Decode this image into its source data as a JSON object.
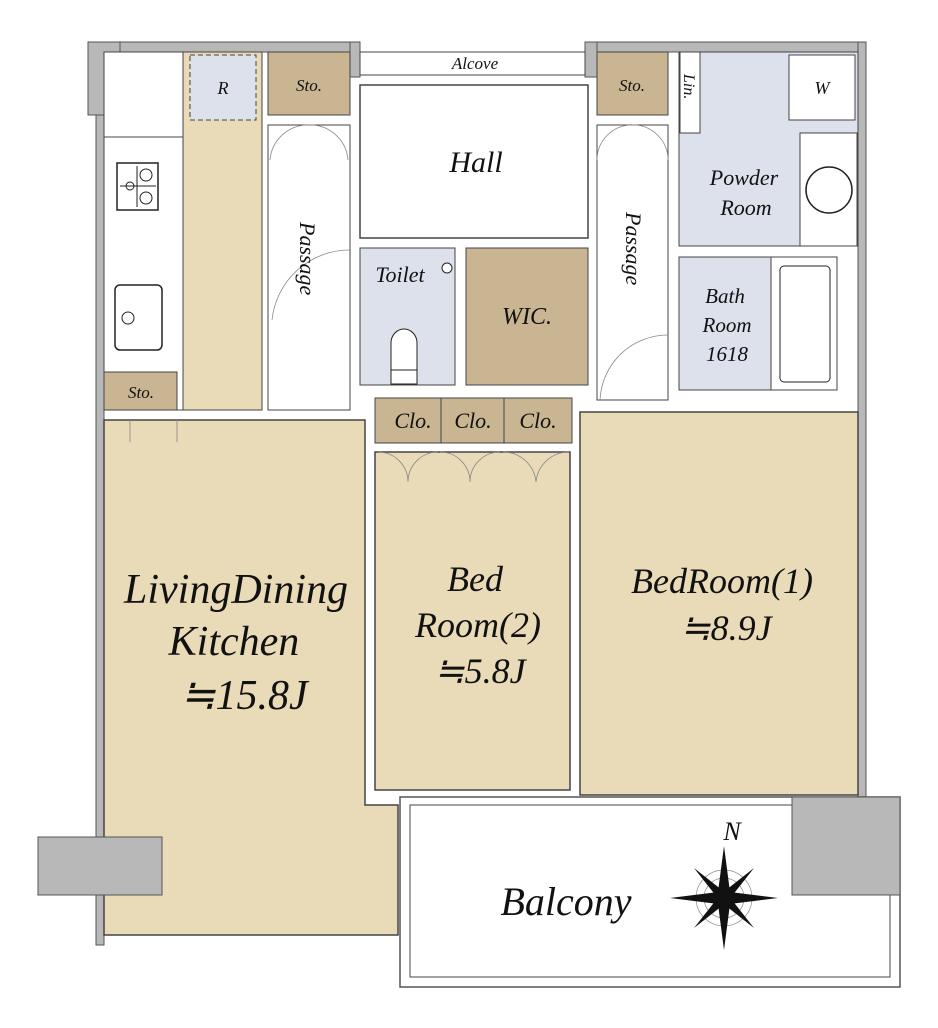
{
  "colors": {
    "floor": "#e9dab8",
    "storage": "#c9b592",
    "wet": "#dde1eb",
    "wall": "#b8b8b8",
    "line": "#444444"
  },
  "rooms": {
    "refrigerator": "R",
    "storage_top_left": "Sto.",
    "storage_kitchen": "Sto.",
    "storage_top_right": "Sto.",
    "alcove": "Alcove",
    "hall": "Hall",
    "passage_left": "Passage",
    "passage_right": "Passage",
    "toilet": "Toilet",
    "wic": "WIC.",
    "closets": [
      "Clo.",
      "Clo.",
      "Clo."
    ],
    "linen": "Lin.",
    "washer": "W",
    "powder_room": [
      "Powder",
      "Room"
    ],
    "bath_room": [
      "Bath",
      "Room",
      "1618"
    ],
    "ldk": [
      "LivingDining",
      "Kitchen",
      "≒15.8J"
    ],
    "bedroom2": [
      "Bed",
      "Room(2)",
      "≒5.8J"
    ],
    "bedroom1": [
      "BedRoom(1)",
      "≒8.9J"
    ],
    "balcony": "Balcony"
  },
  "compass": {
    "label": "N",
    "icon": "compass-rose-icon"
  }
}
